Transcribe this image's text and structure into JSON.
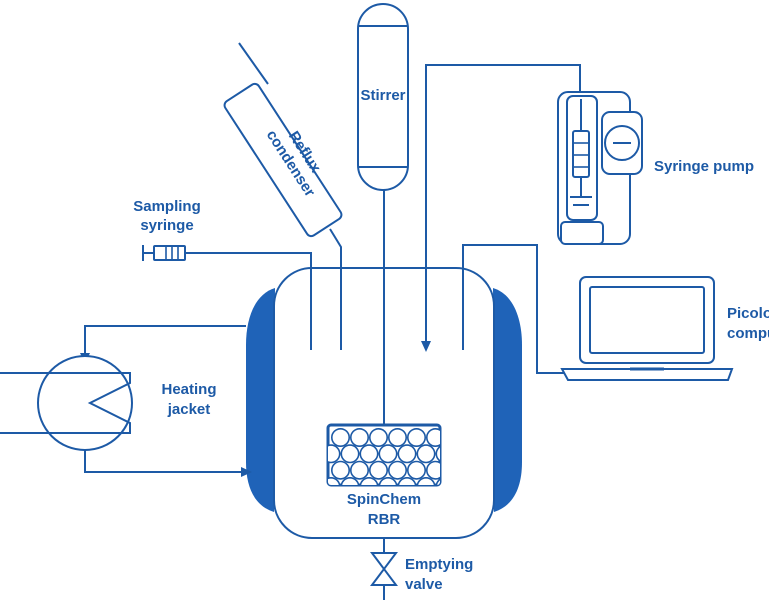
{
  "labels": {
    "stirrer": "Stirrer",
    "reflux_line1": "Reflux",
    "reflux_line2": "condenser",
    "syringe_pump": "Syringe pump",
    "sampling_line1": "Sampling",
    "sampling_line2": "syringe",
    "computer_line1": "Picolog",
    "computer_line2": "computer",
    "heating_line1": "Heating",
    "heating_line2": "jacket",
    "rbr_line1": "SpinChem",
    "rbr_line2": "RBR",
    "valve_line1": "Emptying",
    "valve_line2": "valve"
  },
  "colors": {
    "primary": "#1d5aa6",
    "jacket": "#1f63b8"
  }
}
